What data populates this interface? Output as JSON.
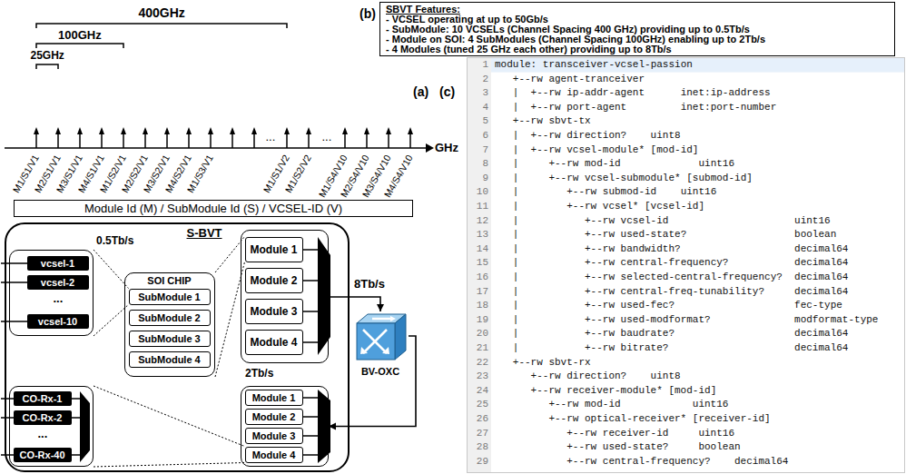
{
  "diagram": {
    "nodes": [
      {
        "text": [
          "Module Id (M) / SubModule Id (S) / VCSEL-ID (V)"
        ]
      },
      {
        "text": [
          "SBVT Features:",
          "- VCSEL operating at up to 50Gb/s",
          "- SubModule: 10 VCSELs (Channel Spacing 400 GHz) providing up to 0.5Tb/s",
          "- Module on SOI: 4 SubModules (Channel Spacing 100GHz) enabling up to 2Tb/s",
          "- 4 Modules (tuned 25 GHz each other) providing up to 8Tb/s"
        ]
      },
      {
        "text": [
          "S-BVT"
        ]
      },
      {
        "text": [],
        "in": 2
      },
      {
        "text": [
          "vcsel-1"
        ],
        "in": 3
      },
      {
        "text": [
          "vcsel-2"
        ],
        "in": 3
      },
      {
        "text": [
          "vcsel-10"
        ],
        "in": 3
      },
      {
        "text": [
          "SOI CHIP"
        ],
        "in": 2
      },
      {
        "text": [
          "SubModule 1"
        ],
        "in": 7
      },
      {
        "text": [
          "SubModule 2"
        ],
        "in": 7
      },
      {
        "text": [
          "SubModule 3"
        ],
        "in": 7
      },
      {
        "text": [
          "SubModule 4"
        ],
        "in": 7
      },
      {
        "text": [],
        "in": 2
      },
      {
        "text": [
          "Module 1"
        ],
        "in": 12
      },
      {
        "text": [
          "Module 2"
        ],
        "in": 12
      },
      {
        "text": [
          "Module 3"
        ],
        "in": 12
      },
      {
        "text": [
          "Module 4"
        ],
        "in": 12
      },
      {
        "text": [],
        "in": 2
      },
      {
        "text": [
          "Module 1"
        ],
        "in": 17
      },
      {
        "text": [
          "Module 2"
        ],
        "in": 17
      },
      {
        "text": [
          "Module 3"
        ],
        "in": 17
      },
      {
        "text": [
          "Module 4"
        ],
        "in": 17
      },
      {
        "text": [],
        "in": 2
      },
      {
        "text": [
          "CO-Rx-1"
        ],
        "in": 22
      },
      {
        "text": [
          "CO-Rx-2"
        ],
        "in": 22
      },
      {
        "text": [
          "CO-Rx-40"
        ],
        "in": 22
      },
      {
        "text": [
          "BV-OXC"
        ]
      }
    ],
    "edges": [
      {
        "from": 3,
        "to": 8,
        "arrow": "none"
      },
      {
        "from": 7,
        "to": 13,
        "arrow": "none"
      },
      {
        "from": 12,
        "to": 26,
        "arrow": "to"
      },
      {
        "from": 26,
        "to": 17,
        "arrow": "to"
      },
      {
        "from": 22,
        "to": 21,
        "arrow": "none"
      }
    ],
    "labels": [
      "400GHz",
      "100GHz",
      "25GHz",
      "(b)",
      "GHz",
      "M1/S1/V1",
      "M2/S1/V1",
      "M3/S1/V1",
      "M4/S1/V1",
      "M1/S2/V1",
      "M2/S2/V1",
      "M3/S2/V1",
      "M4/S2/V1",
      "M1/S3/V1",
      "...",
      "M1/S1/V2",
      "M1/S2/V2",
      "...",
      "M1/S4/V10",
      "M2/S4/V10",
      "M3/S4/V10",
      "M4/S4/V10",
      "(a)",
      "(c)",
      "0.5Tb/s",
      "...",
      "8Tb/s",
      "2Tb/s",
      "...",
      "1",
      "2",
      "3",
      "4",
      "5",
      "6",
      "7",
      "8",
      "9",
      "10",
      "11",
      "12",
      "13",
      "14",
      "15",
      "16",
      "17",
      "18",
      "19",
      "20",
      "21",
      "22",
      "23",
      "24",
      "25",
      "26",
      "27",
      "28",
      "29",
      "module: transceiver-vcsel-passion",
      "+--rw agent-tranceiver",
      "|  +--rw ip-addr-agent      inet:ip-address",
      "|  +--rw port-agent         inet:port-number",
      "+--rw sbvt-tx",
      "|  +--rw direction?    uint8",
      "|  +--rw vcsel-module* [mod-id]",
      "|     +--rw mod-id             uint16",
      "|     +--rw vcsel-submodule* [submod-id]",
      "|        +--rw submod-id    uint16",
      "|        +--rw vcsel* [vcsel-id]",
      "|           +--rw vcsel-id                     uint16",
      "|           +--rw used-state?                  boolean",
      "|           +--rw bandwidth?                   decimal64",
      "|           +--rw central-frequency?           decimal64",
      "|           +--rw selected-central-frequency?  decimal64",
      "|           +--rw central-freq-tunability?     decimal64",
      "|           +--rw used-fec?                    fec-type",
      "|           +--rw used-modformat?              modformat-type",
      "|           +--rw baudrate?                    decimal64",
      "|           +--rw bitrate?                     decimal64",
      "+--rw sbvt-rx",
      "+--rw direction?    uint8",
      "+--rw receiver-module* [mod-id]",
      "+--rw mod-id            uint16",
      "+--rw optical-receiver* [receiver-id]",
      "+--rw receiver-id     uint16",
      "+--rw used-state?     boolean",
      "+--rw central-frequency?    decimal64"
    ]
  }
}
